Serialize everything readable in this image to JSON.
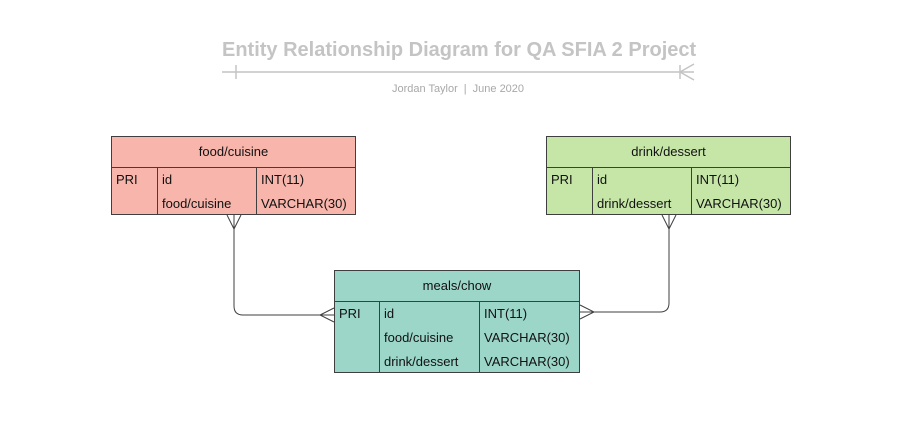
{
  "title": "Entity Relationship Diagram for QA SFIA 2 Project",
  "author": "Jordan Taylor",
  "separator": "|",
  "date": "June 2020",
  "colors": {
    "title": "#c4c4c4",
    "food_cuisine_fill": "#f7b5ac",
    "drink_dessert_fill": "#c6e6a8",
    "meals_chow_fill": "#9bd6c9",
    "border": "#3f3f3f"
  },
  "entities": {
    "food": {
      "name": "food/cuisine",
      "key": "PRI",
      "fields": [
        {
          "name": "id",
          "type": "INT(11)"
        },
        {
          "name": "food/cuisine",
          "type": "VARCHAR(30)"
        }
      ]
    },
    "drink": {
      "name": "drink/dessert",
      "key": "PRI",
      "fields": [
        {
          "name": "id",
          "type": "INT(11)"
        },
        {
          "name": "drink/dessert",
          "type": "VARCHAR(30)"
        }
      ]
    },
    "meals": {
      "name": "meals/chow",
      "key": "PRI",
      "fields": [
        {
          "name": "id",
          "type": "INT(11)"
        },
        {
          "name": "food/cuisine",
          "type": "VARCHAR(30)"
        },
        {
          "name": "drink/dessert",
          "type": "VARCHAR(30)"
        }
      ]
    }
  },
  "relationships": [
    {
      "from": "food/cuisine",
      "to": "meals/chow",
      "from_end": "many",
      "to_end": "many"
    },
    {
      "from": "drink/dessert",
      "to": "meals/chow",
      "from_end": "many",
      "to_end": "many"
    }
  ]
}
